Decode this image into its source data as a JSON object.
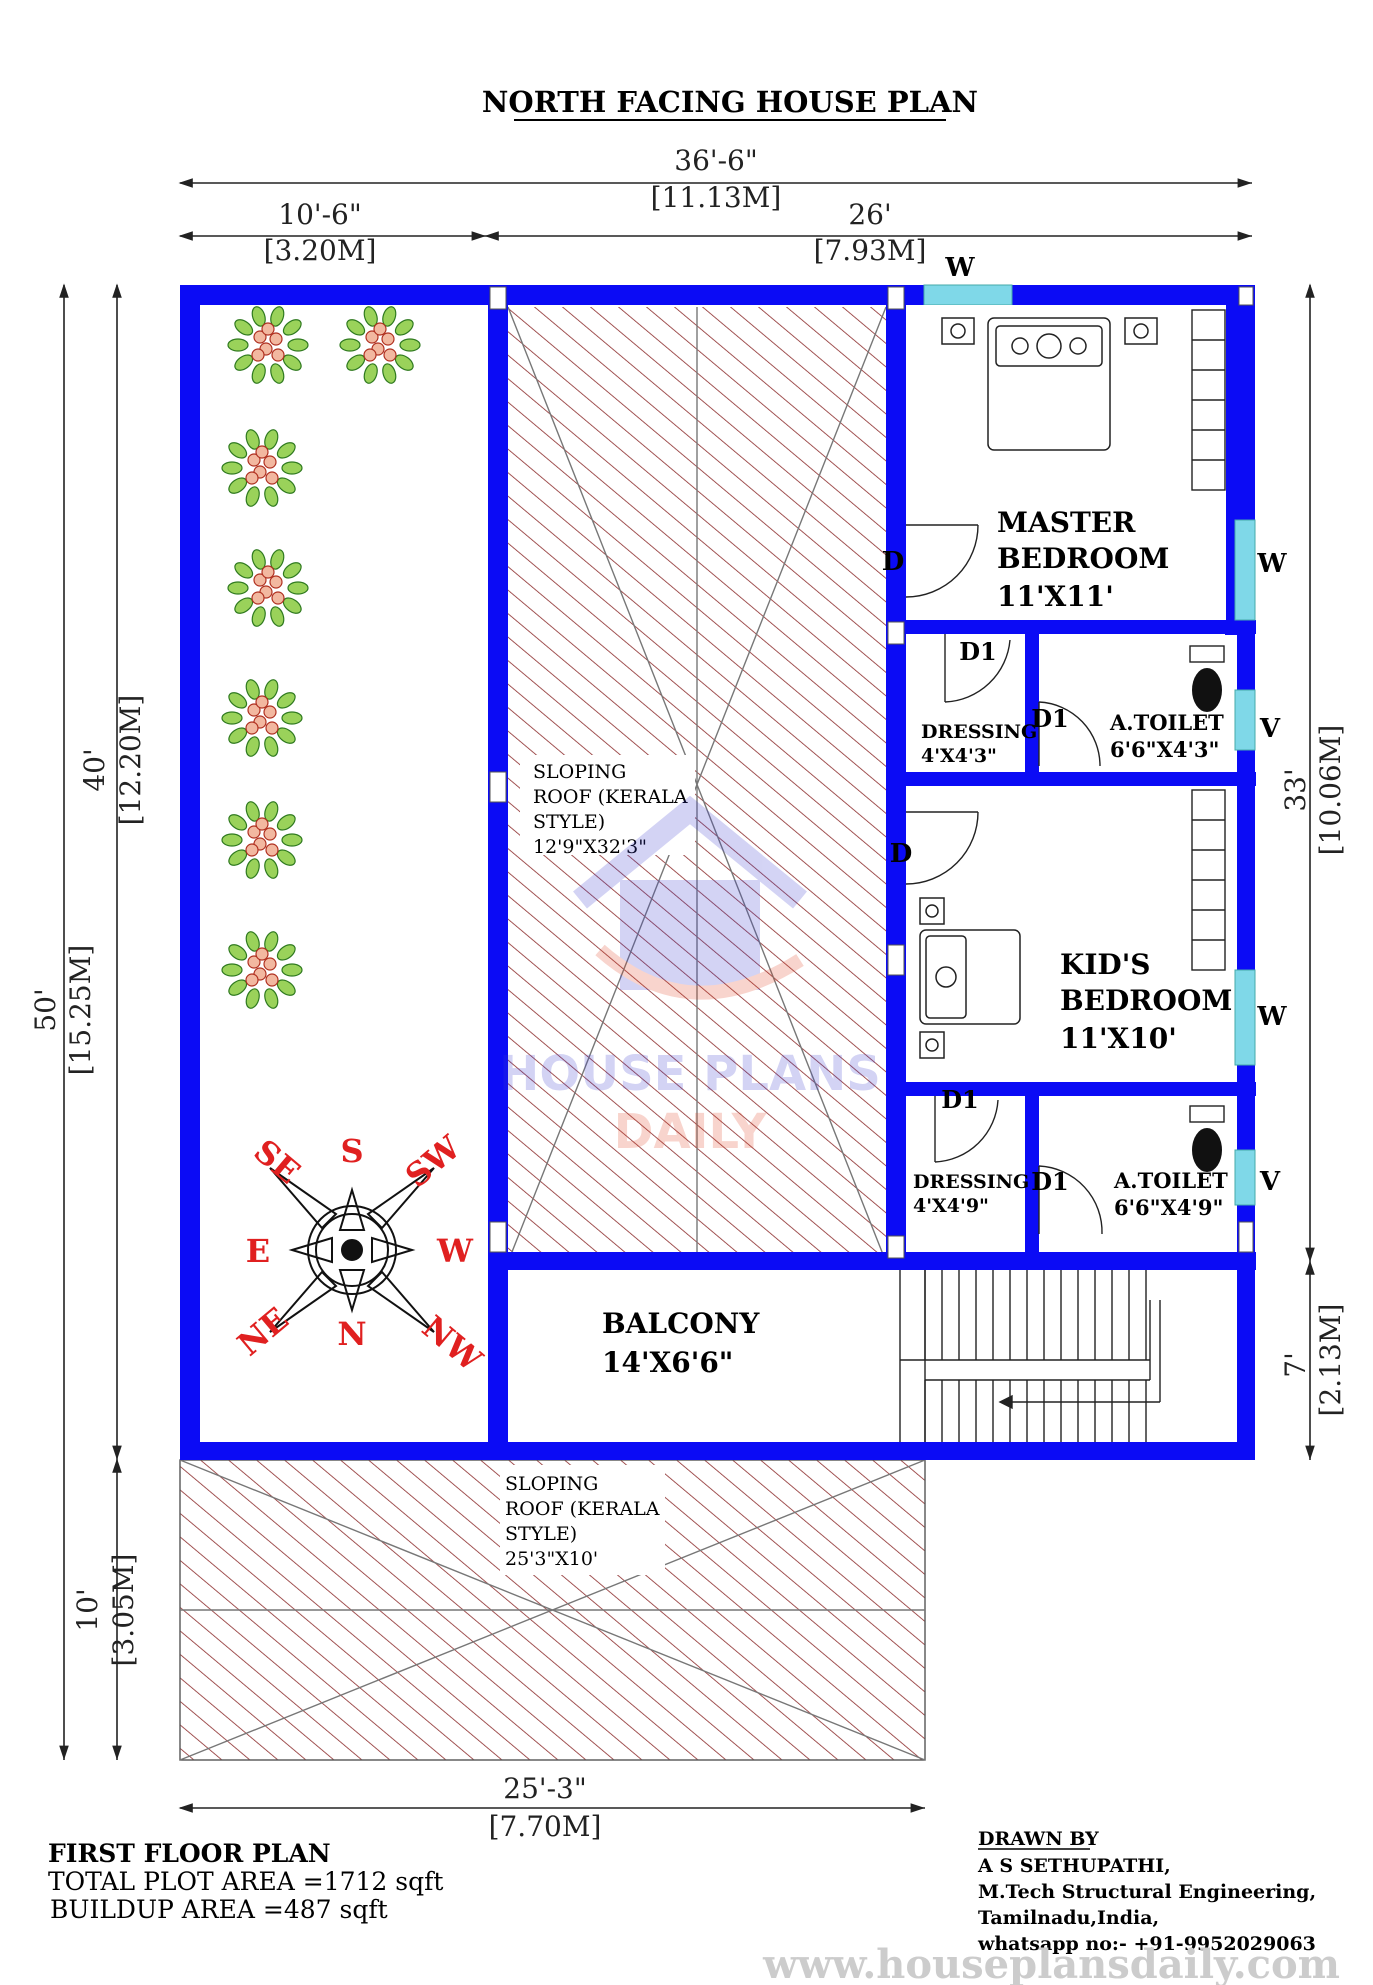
{
  "title": "NORTH FACING HOUSE PLAN",
  "dimensions": {
    "overall_width": "36'-6\"",
    "overall_width_m": "[11.13M]",
    "left_width": "10'-6\"",
    "left_width_m": "[3.20M]",
    "right_width": "26'",
    "right_width_m": "[7.93M]",
    "overall_depth": "50'",
    "overall_depth_m": "[15.25M]",
    "upper_depth": "40'",
    "upper_depth_m": "[12.20M]",
    "lower_depth": "10'",
    "lower_depth_m": "[3.05M]",
    "right_depth": "33'",
    "right_depth_m": "[10.06M]",
    "stair_depth": "7'",
    "stair_depth_m": "[2.13M]",
    "bottom_width": "25'-3\"",
    "bottom_width_m": "[7.70M]"
  },
  "rooms": {
    "master_bedroom": {
      "line1": "MASTER",
      "line2": "BEDROOM",
      "size": "11'X11'"
    },
    "kids_bedroom": {
      "line1": "KID'S",
      "line2": "BEDROOM",
      "size": "11'X10'"
    },
    "dressing1": {
      "name": "DRESSING",
      "size": "4'X4'3\""
    },
    "dressing2": {
      "name": "DRESSING",
      "size": "4'X4'9\""
    },
    "toilet1": {
      "name": "A.TOILET",
      "size": "6'6\"X4'3\""
    },
    "toilet2": {
      "name": "A.TOILET",
      "size": "6'6\"X4'9\""
    },
    "balcony": {
      "name": "BALCONY",
      "size": "14'X6'6\""
    },
    "roof1": {
      "line1": "SLOPING",
      "line2": "ROOF (KERALA",
      "line3": "STYLE)",
      "size": "12'9\"X32'3\""
    },
    "roof2": {
      "line1": "SLOPING",
      "line2": "ROOF (KERALA",
      "line3": "STYLE)",
      "size": "25'3\"X10'"
    }
  },
  "openings": {
    "window": "W",
    "ventilator": "V",
    "door": "D",
    "door_small": "D1"
  },
  "compass": [
    "S",
    "SW",
    "W",
    "NW",
    "N",
    "NE",
    "E",
    "SE"
  ],
  "colors": {
    "wall": "#0b0bf5",
    "hatch": "#8b2a2a",
    "compass": "#e02020",
    "window": "#7fd8e8"
  },
  "watermark": {
    "line1": "HOUSE PLANS",
    "line2": "DAILY"
  },
  "footer": {
    "floor": "FIRST FLOOR PLAN",
    "plot_area": "TOTAL PLOT AREA =1712 sqft",
    "build_area": "BUILDUP AREA =487 sqft",
    "drawn_by": "DRAWN BY",
    "author": "A S SETHUPATHI,",
    "qualification": "M.Tech Structural Engineering,",
    "location": "Tamilnadu,India,",
    "contact": "whatsapp no:- +91-9952029063",
    "website": "www.houseplansdaily.com"
  }
}
